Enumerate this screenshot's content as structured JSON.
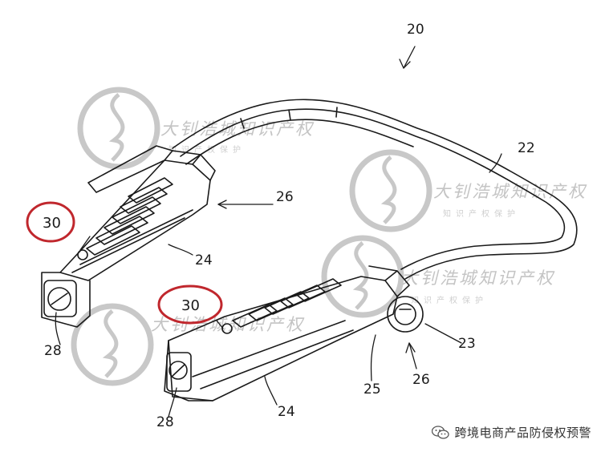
{
  "figure": {
    "refs": {
      "r20": "20",
      "r22": "22",
      "r23": "23",
      "r24_upper": "24",
      "r24_lower": "24",
      "r25": "25",
      "r26_upper": "26",
      "r26_lower": "26",
      "r28_left": "28",
      "r28_right": "28",
      "r30_upper": "30",
      "r30_lower": "30"
    },
    "highlight_color": "#c0272d"
  },
  "watermark": {
    "text": "大钊浩城知识产权",
    "sub": "知识产权保护"
  },
  "footer": {
    "label": "跨境电商产品防侵权预警",
    "icon": "wechat-icon"
  }
}
